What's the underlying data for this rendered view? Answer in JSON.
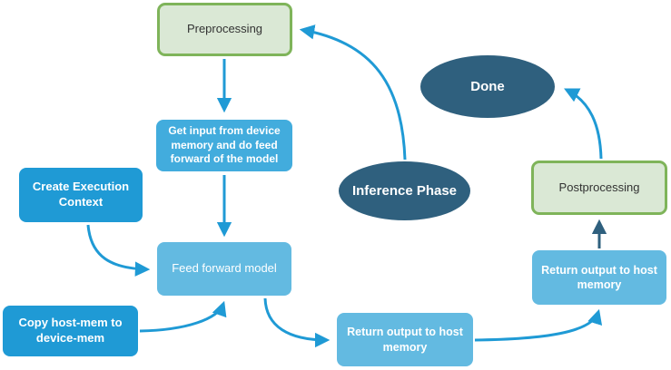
{
  "colors": {
    "background": "#ffffff",
    "bright_blue_fill": "#1f9ad5",
    "medium_blue_fill": "#42acdd",
    "light_blue_fill": "#63bae1",
    "dark_teal_fill": "#2f607e",
    "green_fill": "#dae8d5",
    "green_border": "#7fb45a",
    "arrow_blue": "#1f9ad5",
    "arrow_dark": "#2f607e",
    "dark_text": "#333333",
    "white_text": "#ffffff"
  },
  "nodes": {
    "preprocessing": {
      "label": "Preprocessing",
      "shape": "rounded-rect",
      "style": "green"
    },
    "get_input": {
      "label": "Get input from device memory and do feed forward of the model",
      "shape": "rounded-rect",
      "style": "medium-blue"
    },
    "create_execution_context": {
      "label": "Create Execution Context",
      "shape": "rounded-rect",
      "style": "bright-blue"
    },
    "feed_forward": {
      "label": "Feed forward model",
      "shape": "rounded-rect",
      "style": "light-blue"
    },
    "copy_host_mem": {
      "label": "Copy host-mem to device-mem",
      "shape": "rounded-rect",
      "style": "bright-blue"
    },
    "inference_phase": {
      "label": "Inference Phase",
      "shape": "ellipse",
      "style": "dark-teal"
    },
    "done": {
      "label": "Done",
      "shape": "ellipse",
      "style": "dark-teal"
    },
    "postprocessing": {
      "label": "Postprocessing",
      "shape": "rounded-rect",
      "style": "green"
    },
    "return_output_right": {
      "label": "Return output to host memory",
      "shape": "rounded-rect",
      "style": "light-blue"
    },
    "return_output_bottom": {
      "label": "Return output to host memory",
      "shape": "rounded-rect",
      "style": "light-blue"
    }
  },
  "edges": [
    {
      "from": "preprocessing",
      "to": "get_input",
      "color": "#1f9ad5"
    },
    {
      "from": "get_input",
      "to": "feed_forward",
      "color": "#1f9ad5"
    },
    {
      "from": "create_execution_context",
      "to": "feed_forward",
      "color": "#1f9ad5"
    },
    {
      "from": "copy_host_mem",
      "to": "feed_forward",
      "color": "#1f9ad5"
    },
    {
      "from": "feed_forward",
      "to": "return_output_bottom",
      "color": "#1f9ad5"
    },
    {
      "from": "return_output_bottom",
      "to": "return_output_right",
      "color": "#1f9ad5"
    },
    {
      "from": "return_output_right",
      "to": "postprocessing",
      "color": "#2f607e"
    },
    {
      "from": "postprocessing",
      "to": "done",
      "color": "#1f9ad5"
    },
    {
      "from": "inference_phase",
      "to": "preprocessing",
      "color": "#1f9ad5"
    }
  ]
}
